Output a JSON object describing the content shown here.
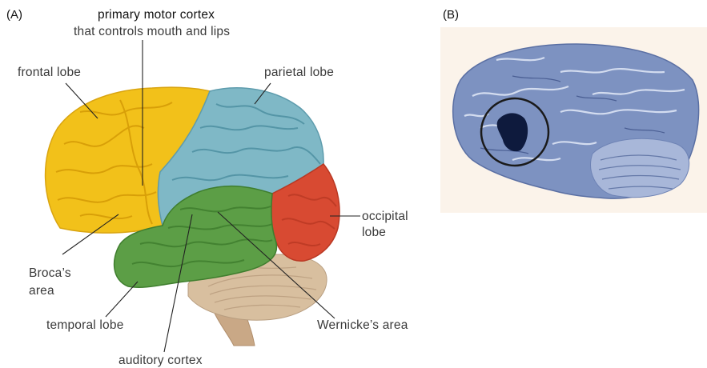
{
  "panels": {
    "a": {
      "label": "(A)"
    },
    "b": {
      "label": "(B)"
    }
  },
  "labels": {
    "motor_title": "primary motor cortex",
    "motor_sub": "that controls mouth and lips",
    "frontal": "frontal lobe",
    "parietal": "parietal lobe",
    "occipital_line1": "occipital",
    "occipital_line2": "lobe",
    "broca_line1": "Broca’s",
    "broca_line2": "area",
    "temporal": "temporal lobe",
    "auditory": "auditory cortex",
    "wernicke": "Wernicke’s area"
  },
  "colors": {
    "frontal": "#f2c11a",
    "parietal": "#7fb8c6",
    "temporal": "#5c9e46",
    "occipital": "#d84a32",
    "cerebellum": "#d8bf9f",
    "brainstem": "#c9a886",
    "specimen_bg": "#fbf3ea",
    "specimen_tissue": "#7d92c1"
  }
}
